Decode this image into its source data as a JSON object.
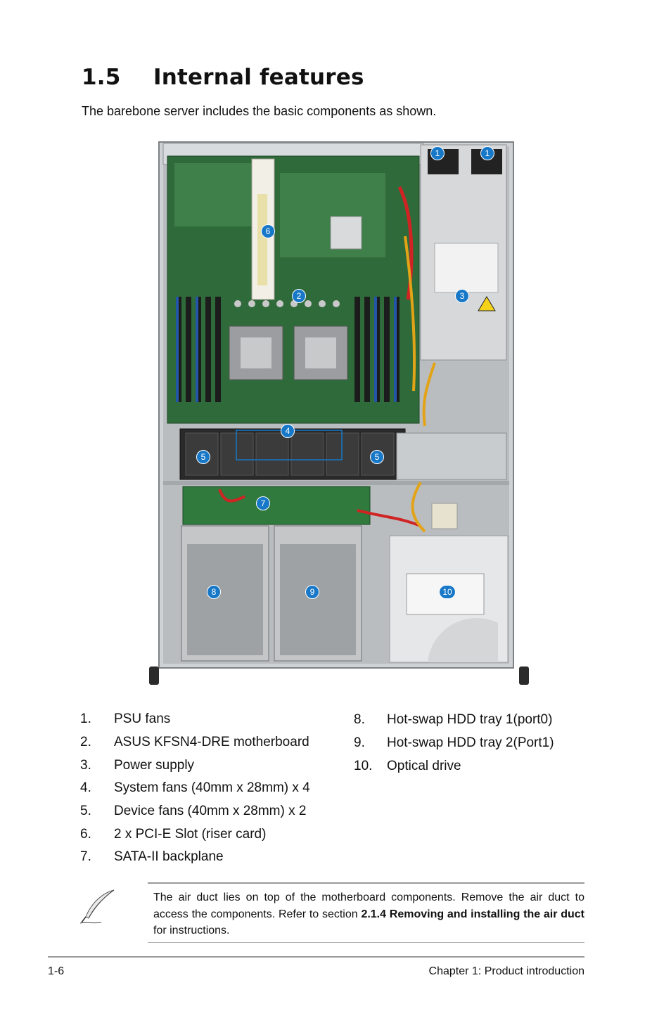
{
  "section": {
    "number": "1.5",
    "title": "Internal features"
  },
  "intro": "The barebone server includes the basic components as shown.",
  "callouts": [
    "1",
    "1",
    "2",
    "3",
    "4",
    "5",
    "5",
    "6",
    "7",
    "8",
    "9",
    "10"
  ],
  "components_left": [
    {
      "num": "1.",
      "label": "PSU fans"
    },
    {
      "num": "2.",
      "label": "ASUS KFSN4-DRE motherboard"
    },
    {
      "num": "3.",
      "label": "Power supply"
    },
    {
      "num": "4.",
      "label": "System fans (40mm x 28mm) x 4"
    },
    {
      "num": "5.",
      "label": "Device fans (40mm x 28mm) x 2"
    },
    {
      "num": "6.",
      "label": "2 x PCI-E Slot (riser card)"
    },
    {
      "num": "7.",
      "label": "SATA-II backplane"
    }
  ],
  "components_right": [
    {
      "num": "8.",
      "label": "Hot-swap HDD tray 1(port0)"
    },
    {
      "num": "9.",
      "label": "Hot-swap HDD tray 2(Port1)"
    },
    {
      "num": "10.",
      "label": "Optical drive"
    }
  ],
  "note": {
    "before": "The air duct lies on top of the motherboard components. Remove the air duct to access the components. Refer to section ",
    "bold": "2.1.4 Removing and installing the air duct",
    "after": " for instructions."
  },
  "footer": {
    "page": "1-6",
    "chapter": "Chapter 1:  Product introduction"
  },
  "colors": {
    "callout": "#1878c8",
    "pcb": "#2f6b3a",
    "rule": "#9a9a9a"
  }
}
